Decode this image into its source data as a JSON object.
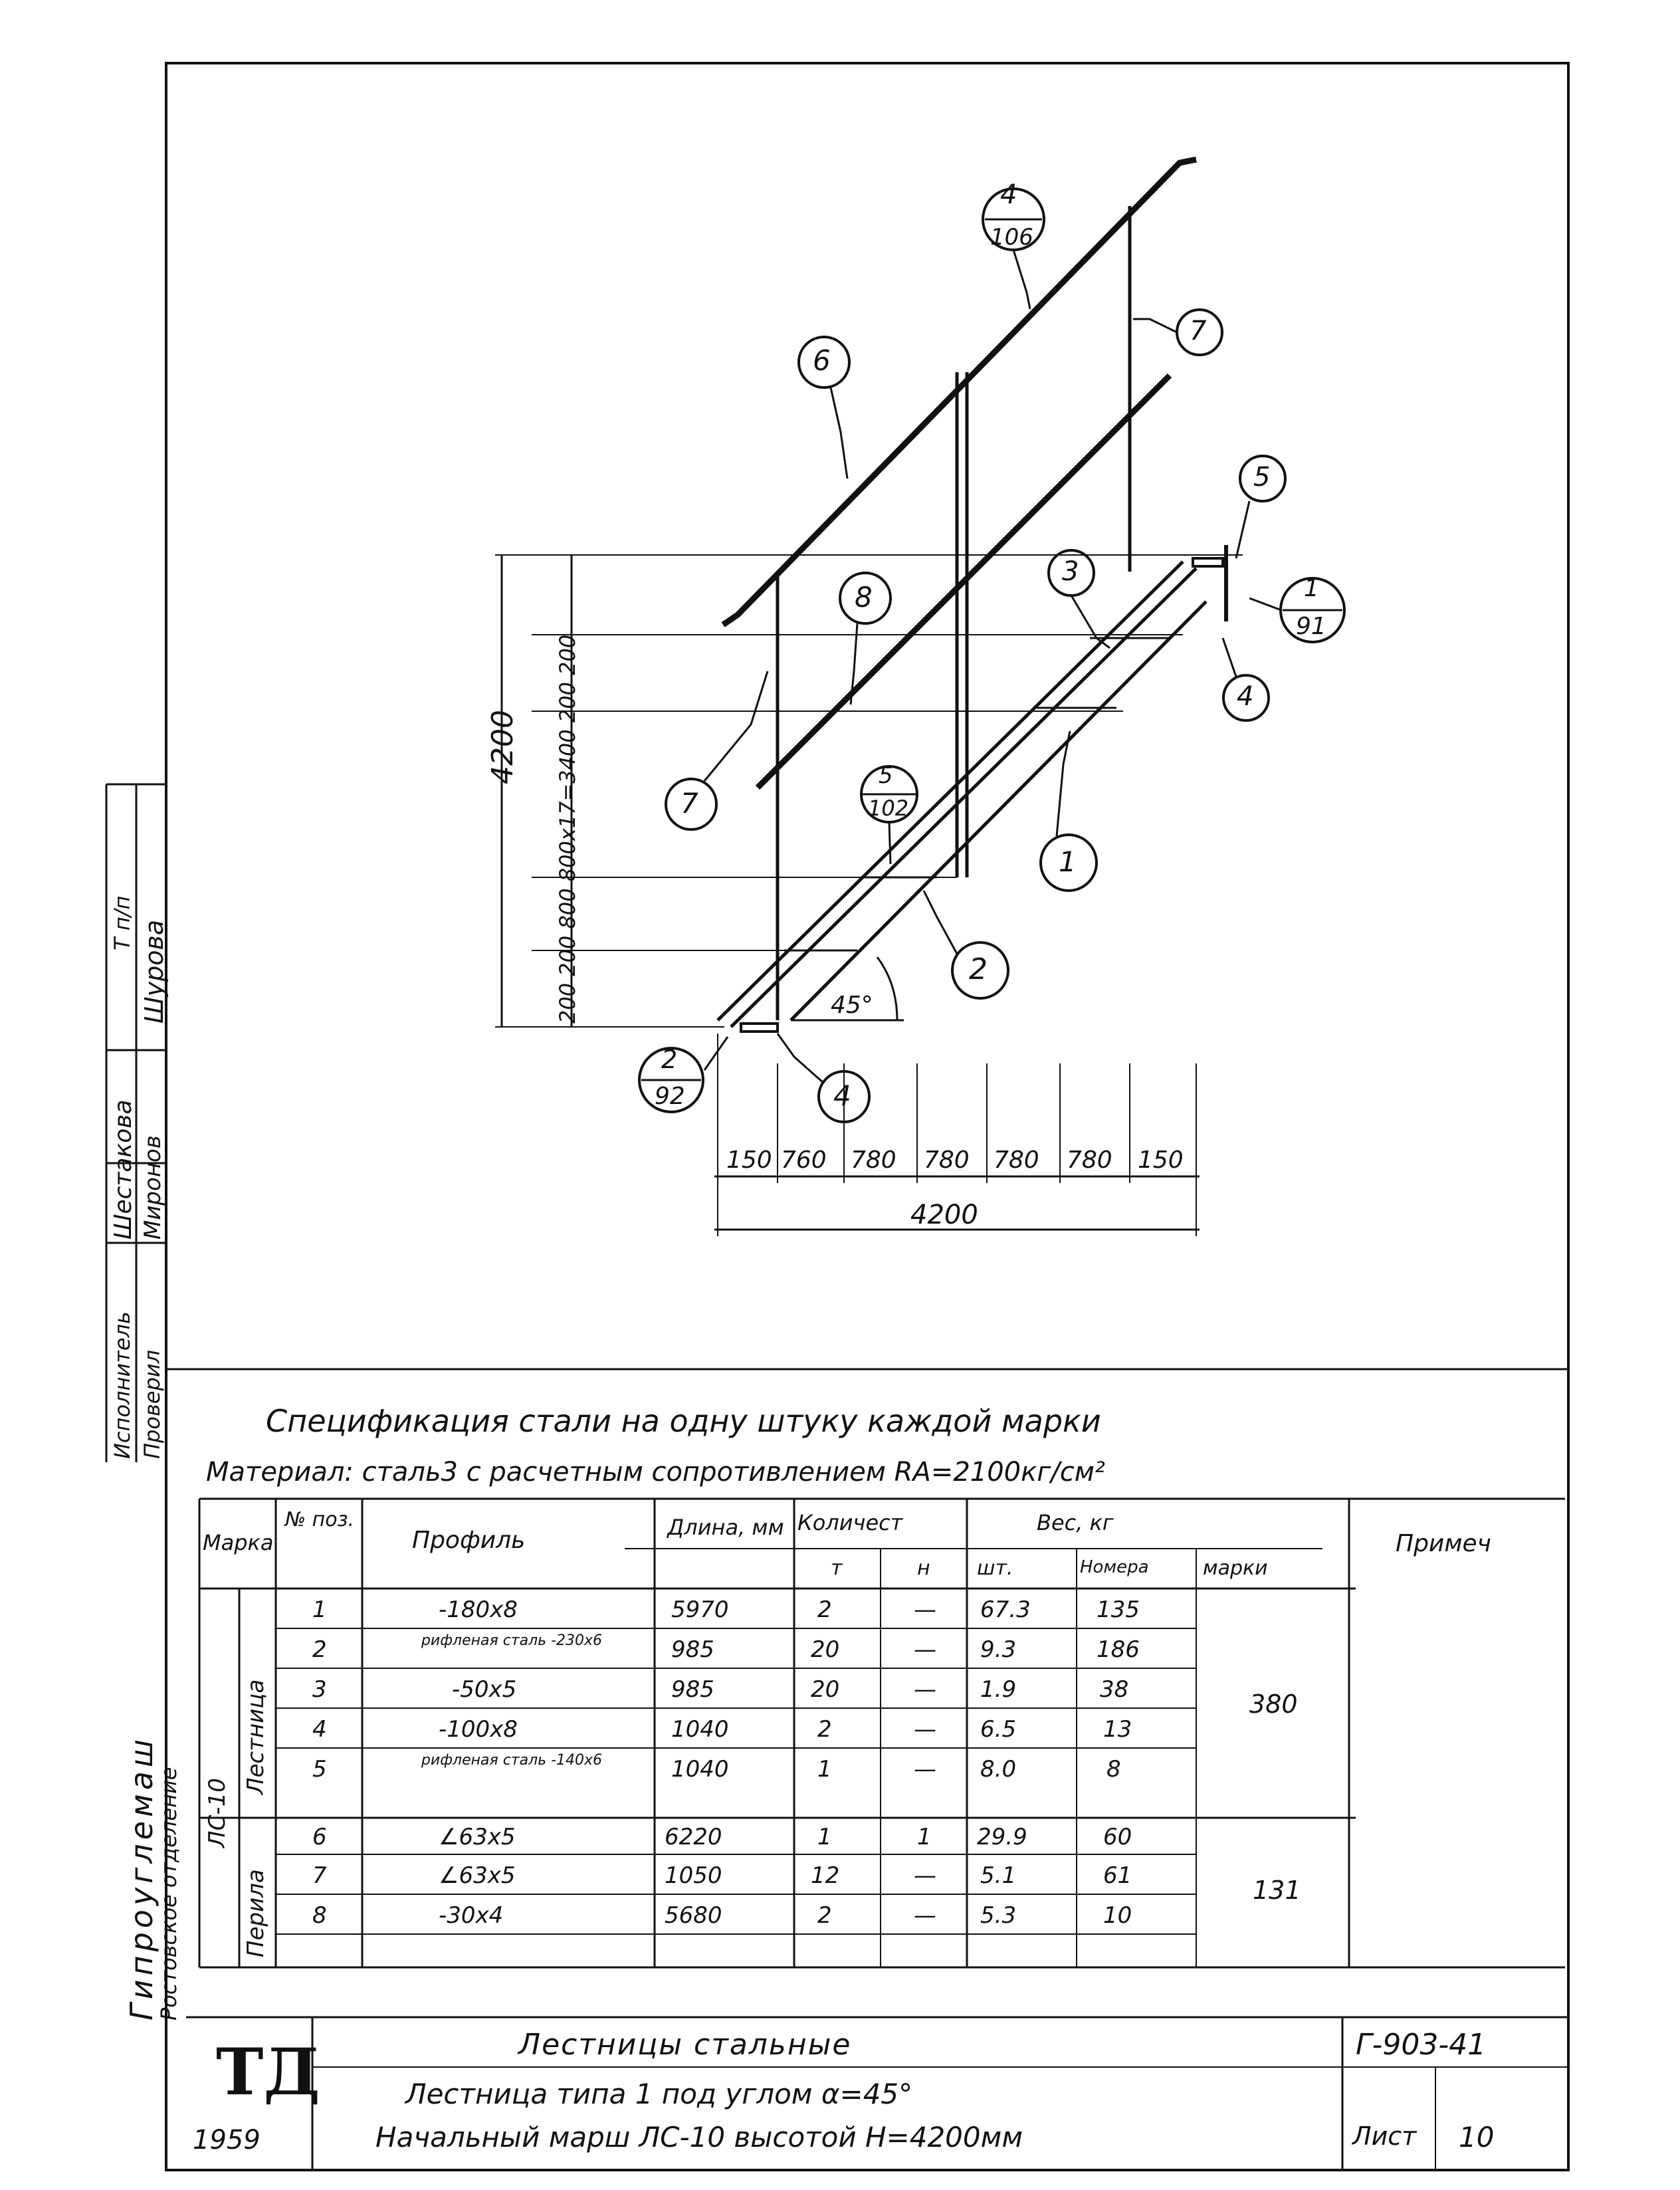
{
  "drawing": {
    "callouts": {
      "c4_106_top": "4",
      "c4_106_bot": "106",
      "c7_right": "7",
      "c6": "6",
      "c5_right": "5",
      "c3": "3",
      "c8": "8",
      "c1_91_top": "1",
      "c1_91_bot": "91",
      "c4_right": "4",
      "c7_left": "7",
      "c5_102_top": "5",
      "c5_102_bot": "102",
      "c1": "1",
      "c2": "2",
      "c2_92_top": "2",
      "c2_92_bot": "92",
      "c4_bottom": "4"
    },
    "angle": "45°",
    "height_total": "4200",
    "height_steps": "200 200 800 800x17=3400 200 200",
    "width_segments": [
      "150",
      "760",
      "780",
      "780",
      "780",
      "780",
      "150"
    ],
    "width_total": "4200"
  },
  "stamp_side": {
    "role1": "Исполнитель",
    "name1": "Шестакова",
    "role2": "Проверил",
    "name2": "Миронов",
    "col_head": "Т п/п",
    "signature": "Шурова"
  },
  "spec": {
    "title": "Спецификация стали на одну штуку каждой марки",
    "material": "Материал: сталь3 с расчетным сопротивлением RA=2100кг/см²",
    "headers": {
      "mark": "Марка",
      "pos": "№ поз.",
      "profile": "Профиль",
      "length": "Длина, мм",
      "count": "Количест",
      "count_t": "т",
      "count_n": "н",
      "weight": "Вес, кг",
      "w_sht": "шт.",
      "w_nomera": "Номера",
      "w_marki": "марки",
      "note": "Примеч"
    },
    "mark_label": "ЛС-10",
    "group1": "Лестница",
    "group2": "Перила",
    "rows": [
      {
        "pos": "1",
        "profile": "-180x8",
        "length": "5970",
        "t": "2",
        "n": "—",
        "sht": "67.3",
        "nom": "135"
      },
      {
        "pos": "2",
        "profile": "рифленая сталь -230x6",
        "length": "985",
        "t": "20",
        "n": "—",
        "sht": "9.3",
        "nom": "186"
      },
      {
        "pos": "3",
        "profile": "-50x5",
        "length": "985",
        "t": "20",
        "n": "—",
        "sht": "1.9",
        "nom": "38"
      },
      {
        "pos": "4",
        "profile": "-100x8",
        "length": "1040",
        "t": "2",
        "n": "—",
        "sht": "6.5",
        "nom": "13"
      },
      {
        "pos": "5",
        "profile": "рифленая сталь -140x6",
        "length": "1040",
        "t": "1",
        "n": "—",
        "sht": "8.0",
        "nom": "8"
      },
      {
        "pos": "6",
        "profile": "∠63x5",
        "length": "6220",
        "t": "1",
        "n": "1",
        "sht": "29.9",
        "nom": "60"
      },
      {
        "pos": "7",
        "profile": "∠63x5",
        "length": "1050",
        "t": "12",
        "n": "—",
        "sht": "5.1",
        "nom": "61"
      },
      {
        "pos": "8",
        "profile": "-30x4",
        "length": "5680",
        "t": "2",
        "n": "—",
        "sht": "5.3",
        "nom": "10"
      }
    ],
    "mark_weight1": "380",
    "mark_weight2": "131"
  },
  "titleblock": {
    "org": "Гипроуглемаш",
    "dept": "Ростовское отделение",
    "logo": "ТД",
    "year": "1959",
    "title1": "Лестницы стальные",
    "title2": "Лестница типа 1 под углом α=45°",
    "title3": "Начальный марш ЛС-10 высотой Н=4200мм",
    "code": "Г-903-41",
    "sheet_label": "Лист",
    "sheet_no": "10"
  }
}
